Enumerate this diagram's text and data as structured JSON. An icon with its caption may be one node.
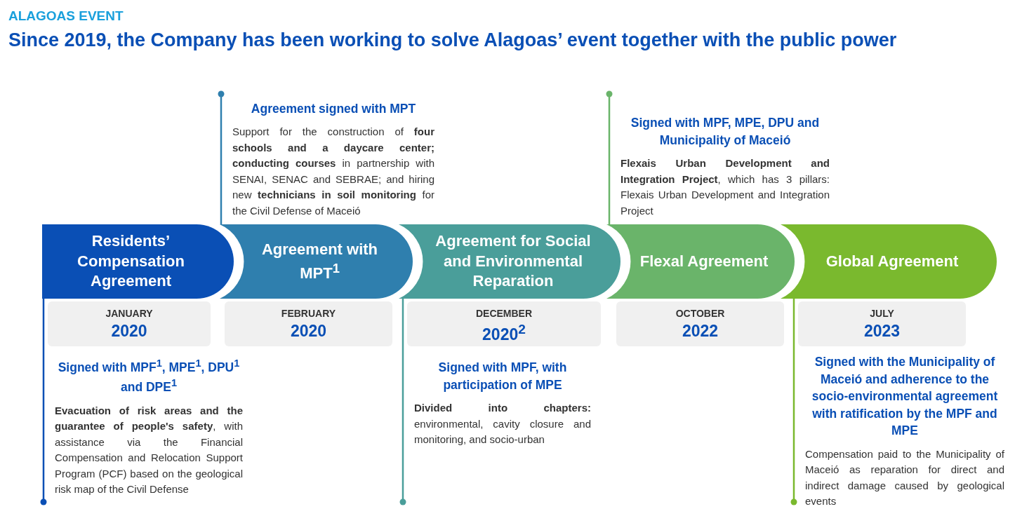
{
  "diagram": {
    "title": "Since 2019, the Company has been working to solve Alagoas’ event together with the public power",
    "labels": [
      "ALAGOAS EVENT"
    ],
    "nodes": [
      {
        "text": [
          "Residents’ Compensation Agreement"
        ]
      },
      {
        "text": [
          "Agreement with MPT$^{1}$"
        ]
      },
      {
        "text": [
          "Agreement for Social and Environmental Reparation"
        ]
      },
      {
        "text": [
          "Flexal Agreement"
        ]
      },
      {
        "text": [
          "Global Agreement"
        ]
      },
      {
        "text": [
          "JANUARY",
          "2020"
        ]
      },
      {
        "text": [
          "FEBRUARY",
          "2020"
        ]
      },
      {
        "text": [
          "DECEMBER",
          "2020$^{2}$"
        ]
      },
      {
        "text": [
          "OCTOBER",
          "2022"
        ]
      },
      {
        "text": [
          "JULY",
          "2023"
        ]
      },
      {
        "text": [
          "Signed with MPF$^{1}$, MPE$^{1}$, DPU$^{1}$ and DPE$^{1}$",
          "**Evacuation of risk areas and the guarantee of people's safety**, with assistance via the Financial Compensation and Relocation Support Program (PCF) based on the geological risk map of the Civil Defense"
        ]
      },
      {
        "text": [
          "Agreement signed with MPT",
          "Support for the construction of **four schools and a daycare center; conducting courses** in partnership with SENAI, SENAC and SEBRAE; and hiring new **technicians in soil monitoring** for the Civil Defense of Maceió"
        ]
      },
      {
        "text": [
          "Signed with MPF, with participation of MPE",
          "**Divided into chapters:** environmental, cavity closure and monitoring, and socio-urban"
        ]
      },
      {
        "text": [
          "Signed with MPF, MPE, DPU and Municipality of Maceió",
          "**Flexais Urban Development and Integration Project**, which has 3 pillars: Flexais Urban Development and Integration Project"
        ]
      },
      {
        "text": [
          "Signed with the Municipality of Maceió and adherence to the socio-environmental agreement with ratification by the MPF and MPE",
          "Compensation paid to the Municipality of Maceió as reparation for direct and indirect damage caused by geological events"
        ]
      }
    ],
    "edges": [
      {
        "from": 0,
        "to": 10,
        "arrow": "other",
        "color": "#0a4fb5"
      },
      {
        "from": 1,
        "to": 11,
        "arrow": "other",
        "color": "#2f7fae"
      },
      {
        "from": 2,
        "to": 12,
        "arrow": "other",
        "color": "#4a9e9a"
      },
      {
        "from": 3,
        "to": 13,
        "arrow": "other",
        "color": "#6ab46a"
      },
      {
        "from": 4,
        "to": 14,
        "arrow": "other",
        "color": "#7ab92e"
      }
    ]
  }
}
